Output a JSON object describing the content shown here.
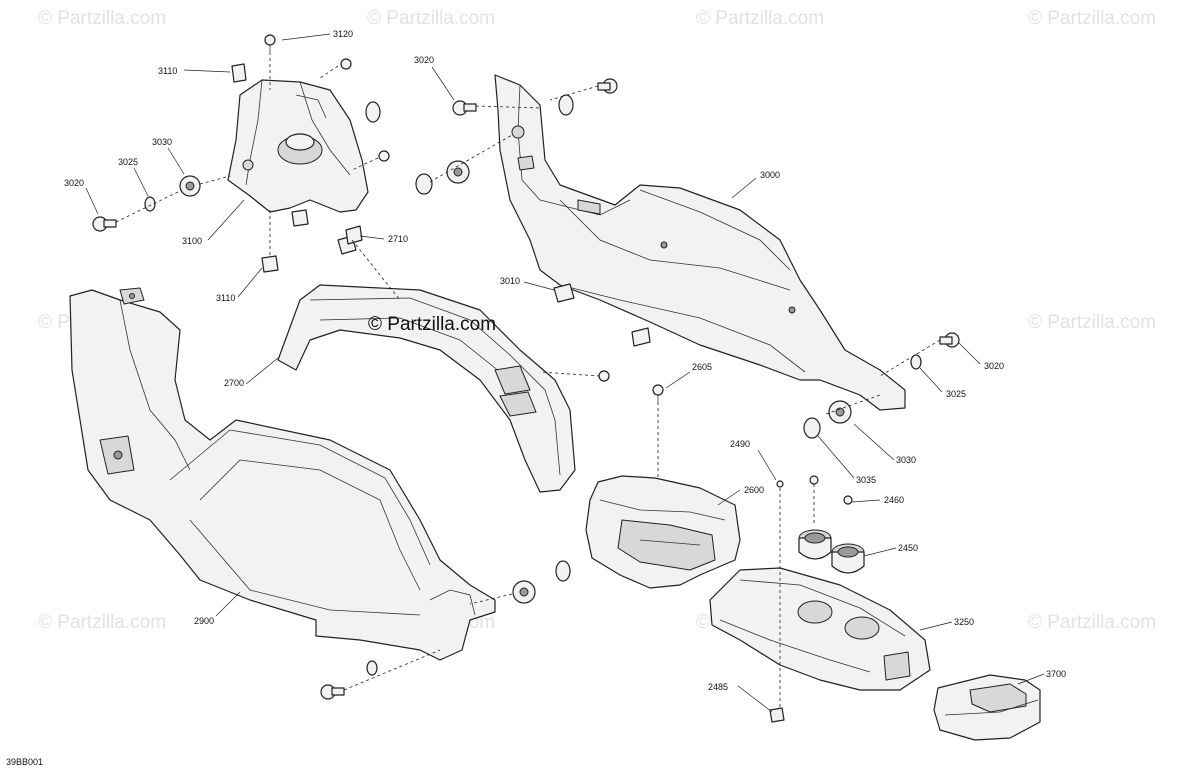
{
  "watermark": "© Partzilla.com",
  "brand_text": "© Partzilla.com",
  "diagram_code": "39BB001",
  "callouts": [
    {
      "id": "c3120",
      "text": "3120"
    },
    {
      "id": "c3110a",
      "text": "3110"
    },
    {
      "id": "c3030a",
      "text": "3030"
    },
    {
      "id": "c3025a",
      "text": "3025"
    },
    {
      "id": "c3020a",
      "text": "3020"
    },
    {
      "id": "c3100",
      "text": "3100"
    },
    {
      "id": "c3110b",
      "text": "3110"
    },
    {
      "id": "c3020b",
      "text": "3020"
    },
    {
      "id": "c3000",
      "text": "3000"
    },
    {
      "id": "c2710",
      "text": "2710"
    },
    {
      "id": "c3010",
      "text": "3010"
    },
    {
      "id": "c2700",
      "text": "2700"
    },
    {
      "id": "c2605",
      "text": "2605"
    },
    {
      "id": "c3020c",
      "text": "3020"
    },
    {
      "id": "c3025b",
      "text": "3025"
    },
    {
      "id": "c3030b",
      "text": "3030"
    },
    {
      "id": "c3035",
      "text": "3035"
    },
    {
      "id": "c2490",
      "text": "2490"
    },
    {
      "id": "c2600",
      "text": "2600"
    },
    {
      "id": "c2460",
      "text": "2460"
    },
    {
      "id": "c2450",
      "text": "2450"
    },
    {
      "id": "c2900",
      "text": "2900"
    },
    {
      "id": "c3250",
      "text": "3250"
    },
    {
      "id": "c3700",
      "text": "3700"
    },
    {
      "id": "c2485",
      "text": "2485"
    }
  ]
}
